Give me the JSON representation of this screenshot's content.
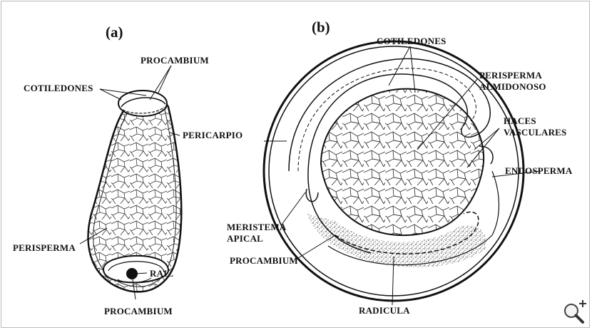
{
  "figure": {
    "panels": [
      {
        "letter": "(a)"
      },
      {
        "letter": "(b)"
      }
    ],
    "labels_a": {
      "procambium_top": "PROCAMBIUM",
      "cotiledones": "COTILEDONES",
      "pericarpio": "PERICARPIO",
      "perisperma": "PERISPERMA",
      "raiz": "RAIZ",
      "procambium_bottom": "PROCAMBIUM"
    },
    "labels_b": {
      "cotiledones": "COTILEDONES",
      "perisperma_line1": "PERISPERMA",
      "perisperma_line2": "ALMIDONOSO",
      "haces_line1": "HACES",
      "haces_line2": "VASCULARES",
      "endosperma": "ENDOSPERMA",
      "meristema_line1": "MERISTEMA",
      "meristema_line2": "APICAL",
      "procambium": "PROCAMBIUM",
      "radicula": "RADICULA"
    }
  },
  "zoom_button": {
    "icon": "zoom-in-icon"
  }
}
